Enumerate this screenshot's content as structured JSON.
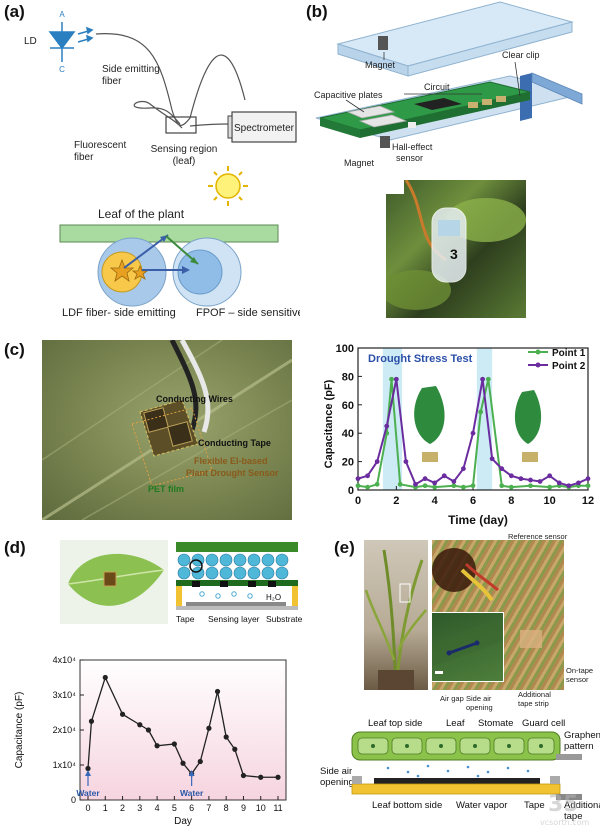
{
  "panels": {
    "a": {
      "label": "(a)",
      "ld": "LD",
      "anode": "A",
      "cathode": "C",
      "side_emitting_fiber": [
        "Side emitting",
        "fiber"
      ],
      "fluorescent_fiber": [
        "Fluorescent",
        "fiber"
      ],
      "sensing_region": [
        "Sensing region",
        "(leaf)"
      ],
      "spectrometer": "Spectrometer",
      "leaf_of_plant": "Leaf of the plant",
      "ldf": "LDF fiber- side emitting",
      "fpof": "FPOF – side sensitive"
    },
    "b": {
      "label": "(b)",
      "magnet_top": "Magnet",
      "clear_clip": "Clear clip",
      "capacitive_plates": "Capacitive plates",
      "circuit": "Circuit",
      "hall_effect": [
        "Hall-effect",
        "sensor"
      ],
      "magnet_bottom": "Magnet",
      "photo_number": "3"
    },
    "c": {
      "label": "(c)",
      "conducting_wires": "Conducting Wires",
      "conducting_tape": "Conducting Tape",
      "flexible_sensor": [
        "Flexible EI-based",
        "Plant Drought Sensor"
      ],
      "pet_film": "PET film"
    },
    "d": {
      "label": "(d)",
      "h2o": "H₂O",
      "tape": "Tape",
      "sensing_layer": "Sensing layer",
      "substrate": "Substrate"
    },
    "e": {
      "label": "(e)",
      "reference_sensor": "Reference sensor",
      "on_tape_sensor": [
        "On-tape",
        "sensor"
      ],
      "air_gap": "Air gap",
      "side_air_opening_photo": [
        "Side air",
        "opening"
      ],
      "additional_tape_strip": [
        "Additional",
        "tape strip"
      ],
      "leaf_top_side": "Leaf top side",
      "leaf": "Leaf",
      "stomate": "Stomate",
      "guard_cell": "Guard cell",
      "graphene_pattern": [
        "Graphene",
        "pattern"
      ],
      "side_air_opening": [
        "Side air",
        "opening"
      ],
      "leaf_bottom_side": "Leaf bottom side",
      "water_vapor": "Water vapor",
      "tape": "Tape",
      "additional_tape": [
        "Additional",
        "tape"
      ]
    }
  },
  "watermark": {
    "main": "35",
    "sub": "vcsorth.com"
  },
  "colors": {
    "green": "#4caf50",
    "purple": "#6a2c9e",
    "cyan_band": "#bfe6f2",
    "leaf_green": "#8cc152",
    "pink_fill": "#f9e3ea"
  },
  "chart_data": [
    {
      "type": "line",
      "title": "Drought Stress Test",
      "xlabel": "Time (day)",
      "ylabel": "Capacitance (pF)",
      "xlim": [
        0,
        12
      ],
      "ylim": [
        0,
        100
      ],
      "xticks": [
        "0",
        "2",
        "4",
        "6",
        "8",
        "10",
        "12"
      ],
      "yticks": [
        "0",
        "20",
        "40",
        "60",
        "80",
        "100"
      ],
      "legend_position": "top-right",
      "series": [
        {
          "name": "Point 1",
          "color": "#4caf50",
          "x": [
            0,
            0.5,
            1,
            1.5,
            1.75,
            2.2,
            3,
            3.5,
            4,
            5,
            5.5,
            6,
            6.4,
            6.8,
            7.5,
            8,
            9,
            10,
            10.5,
            11,
            11.5,
            12
          ],
          "y": [
            3,
            2,
            4,
            40,
            78,
            4,
            2,
            3,
            2,
            3,
            2,
            3,
            55,
            78,
            3,
            2,
            3,
            2,
            3,
            2,
            3,
            3
          ]
        },
        {
          "name": "Point 2",
          "color": "#6a2c9e",
          "x": [
            0,
            0.5,
            1,
            1.5,
            2,
            2.5,
            3,
            3.5,
            4,
            4.5,
            5,
            5.5,
            6,
            6.5,
            7,
            7.5,
            8,
            8.5,
            9,
            9.5,
            10,
            10.5,
            11,
            11.5,
            12
          ],
          "y": [
            8,
            10,
            20,
            45,
            78,
            20,
            4,
            8,
            5,
            10,
            6,
            15,
            40,
            78,
            22,
            15,
            10,
            8,
            7,
            6,
            10,
            5,
            3,
            5,
            8
          ]
        }
      ]
    },
    {
      "type": "line",
      "title": "",
      "xlabel": "Day",
      "ylabel": "Capacitance (pF)",
      "xlim": [
        0,
        11
      ],
      "ylim": [
        0,
        40000
      ],
      "xticks": [
        "0",
        "1",
        "2",
        "3",
        "4",
        "5",
        "6",
        "7",
        "8",
        "9",
        "10",
        "11"
      ],
      "yticks": [
        "0",
        "1x10⁴",
        "2x10⁴",
        "3x10⁴",
        "4x10⁴"
      ],
      "annotations": [
        {
          "x": 0,
          "text": "Water"
        },
        {
          "x": 6,
          "text": "Water"
        }
      ],
      "series": [
        {
          "color": "#222222",
          "x": [
            0,
            0.2,
            1,
            2,
            3,
            3.5,
            4,
            5,
            5.5,
            6,
            6.5,
            7,
            7.5,
            8,
            8.5,
            9,
            10,
            11
          ],
          "y": [
            9000,
            22500,
            35000,
            24500,
            21500,
            20000,
            15500,
            16000,
            10500,
            7500,
            11000,
            20500,
            31000,
            18000,
            14500,
            7000,
            6500,
            6500
          ]
        }
      ]
    }
  ]
}
